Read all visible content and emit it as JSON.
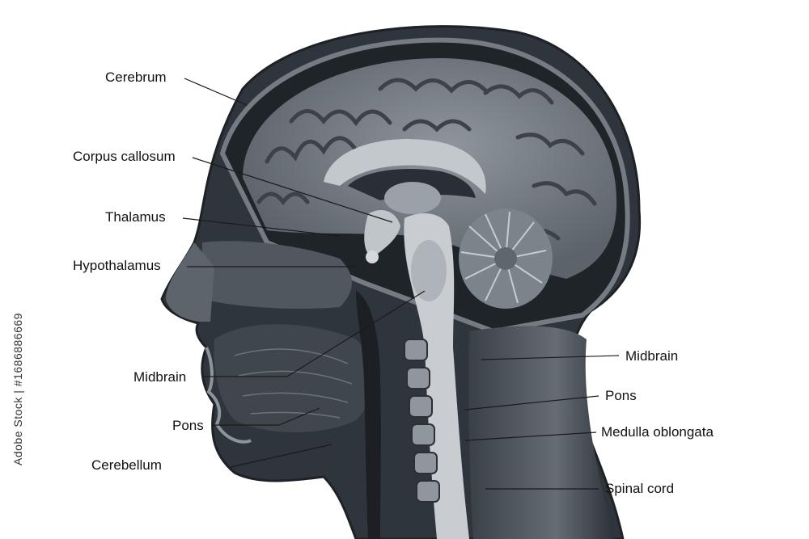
{
  "diagram": {
    "labels_left": [
      {
        "id": "cerebrum",
        "text": "Cerebrum"
      },
      {
        "id": "corpus-callosum",
        "text": "Corpus callosum"
      },
      {
        "id": "thalamus",
        "text": "Thalamus"
      },
      {
        "id": "hypothalamus",
        "text": "Hypothalamus"
      },
      {
        "id": "midbrain-left",
        "text": "Midbrain"
      },
      {
        "id": "pons-left",
        "text": "Pons"
      },
      {
        "id": "cerebellum",
        "text": "Cerebellum"
      }
    ],
    "labels_right": [
      {
        "id": "midbrain-right",
        "text": "Midbrain"
      },
      {
        "id": "pons-right",
        "text": "Pons"
      },
      {
        "id": "medulla-oblongata",
        "text": "Medulla oblongata"
      },
      {
        "id": "spinal-cord",
        "text": "Spinal cord"
      }
    ]
  },
  "watermark": {
    "stock_id": "Adobe Stock | #1686886669"
  },
  "colors": {
    "background": "#ffffff",
    "tissue_dark": "#2b3036",
    "tissue_mid": "#6f767e",
    "tissue_light": "#b9bec3",
    "leader_line": "#1a1a1a"
  }
}
